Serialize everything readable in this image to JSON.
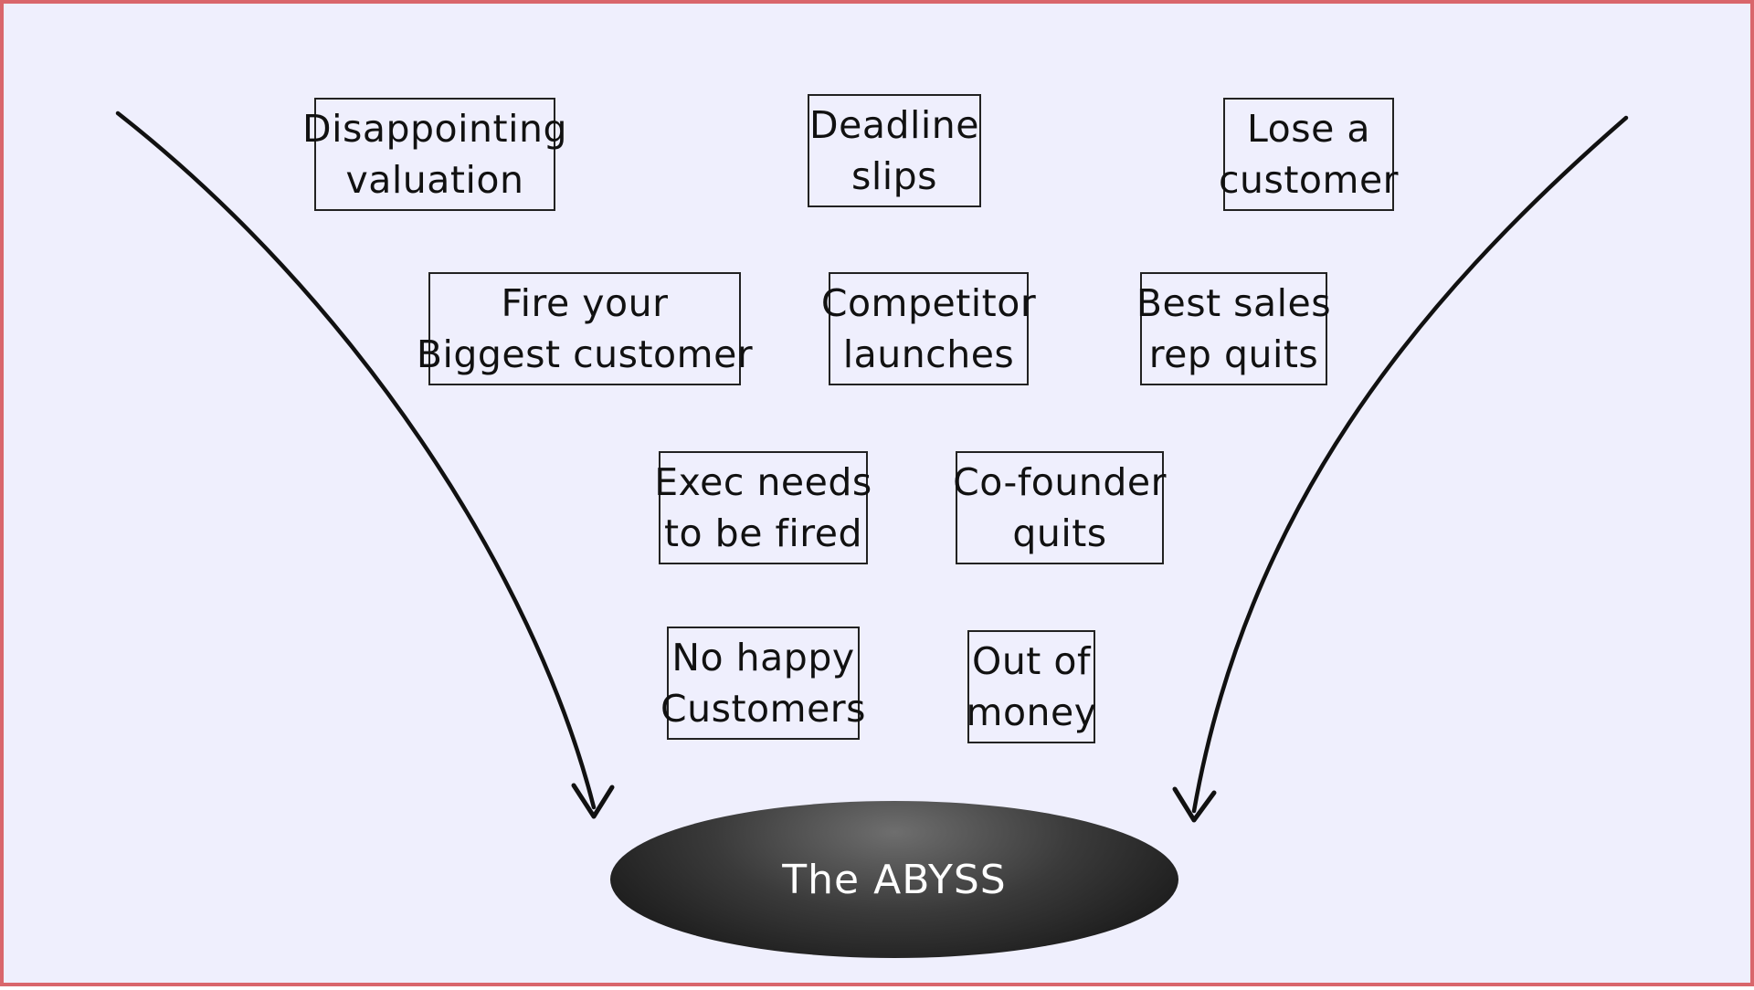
{
  "diagram": {
    "boxes": [
      {
        "id": "disappointing-valuation",
        "lines": [
          "Disappointing",
          "valuation"
        ]
      },
      {
        "id": "deadline-slips",
        "lines": [
          "Deadline",
          "slips"
        ]
      },
      {
        "id": "lose-a-customer",
        "lines": [
          "Lose a",
          "customer"
        ]
      },
      {
        "id": "fire-your-biggest-customer",
        "lines": [
          "Fire your",
          "Biggest customer"
        ]
      },
      {
        "id": "competitor-launches",
        "lines": [
          "Competitor",
          "launches"
        ]
      },
      {
        "id": "best-sales-rep-quits",
        "lines": [
          "Best sales",
          "rep quits"
        ]
      },
      {
        "id": "exec-needs-to-be-fired",
        "lines": [
          "Exec needs",
          "to be fired"
        ]
      },
      {
        "id": "co-founder-quits",
        "lines": [
          "Co-founder",
          "quits"
        ]
      },
      {
        "id": "no-happy-customers",
        "lines": [
          "No happy",
          "Customers"
        ]
      },
      {
        "id": "out-of-money",
        "lines": [
          "Out of",
          "money"
        ]
      }
    ],
    "abyss_label": "The ABYSS",
    "colors": {
      "background": "#efeffd",
      "border": "#d9666b",
      "box_stroke": "#222222",
      "abyss_fill": "#1a1a1a",
      "abyss_text": "#ffffff"
    }
  }
}
